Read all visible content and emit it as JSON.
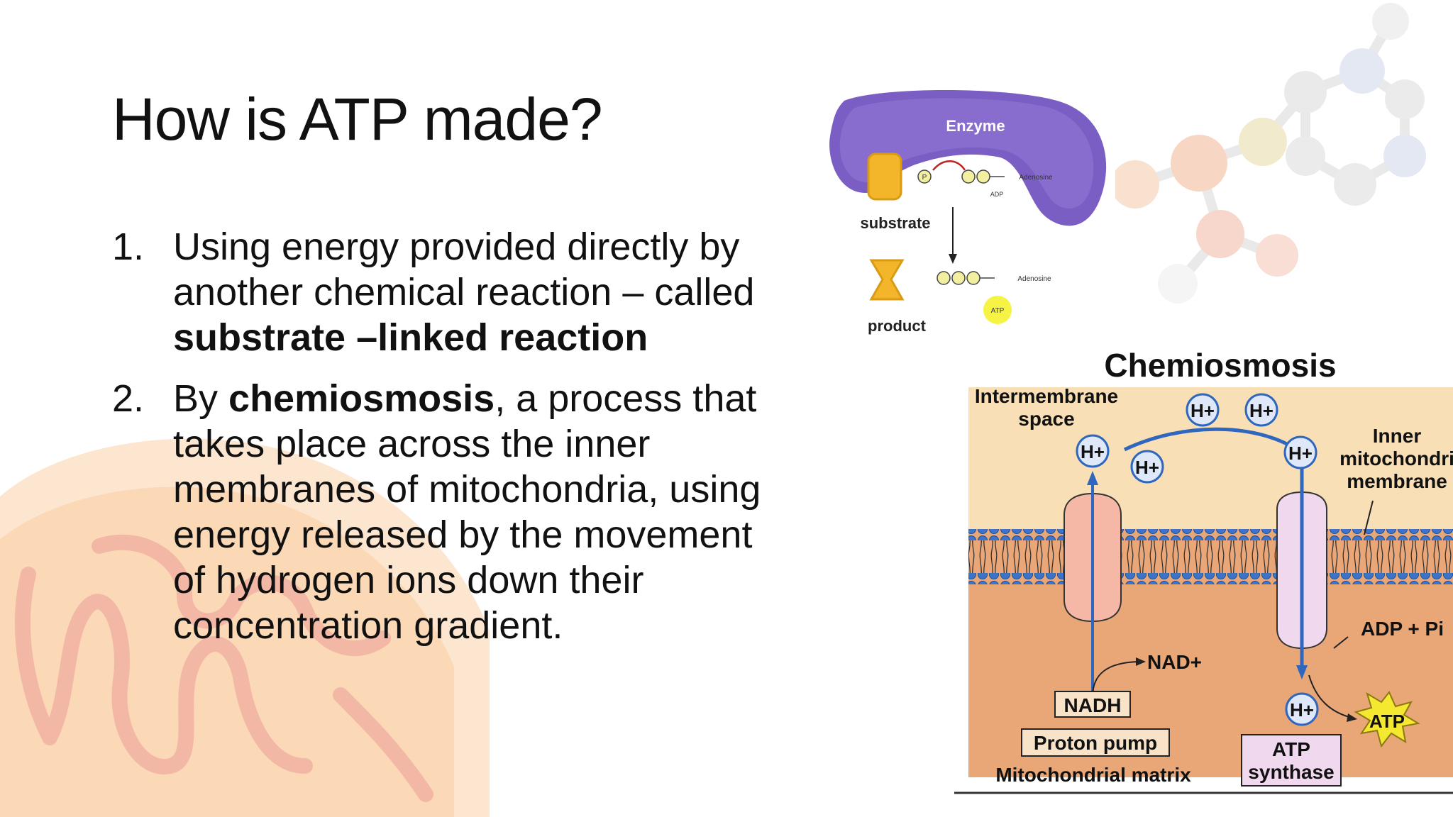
{
  "slide": {
    "title": "How is ATP made?",
    "points": [
      {
        "number": "1.",
        "text_before": "Using energy provided directly by another chemical reaction – called ",
        "bold": "substrate –linked reaction",
        "text_after": ""
      },
      {
        "number": "2.",
        "text_before": "By ",
        "bold": "chemiosmosis",
        "text_after": ", a process that takes place across the inner membranes of mitochondria, using energy released by the movement of hydrogen ions down their concentration gradient."
      }
    ]
  },
  "enzyme_diagram": {
    "enzyme_label": "Enzyme",
    "adenosine_label_1": "Adenosine",
    "adp_label": "ADP",
    "substrate_label": "substrate",
    "adenosine_label_2": "Adenosine",
    "atp_label": "ATP",
    "product_label": "product",
    "phosphate_label": "P"
  },
  "chemiosmosis_diagram": {
    "title": "Chemiosmosis",
    "intermembrane_label_1": "Intermembrane",
    "intermembrane_label_2": "space",
    "inner_label_1": "Inner",
    "inner_label_2": "mitochondri",
    "inner_label_3": "membrane",
    "h_plus": "H+",
    "nad_plus": "NAD+",
    "nadh": "NADH",
    "adp_pi": "ADP + Pi",
    "atp": "ATP",
    "proton_pump": "Proton pump",
    "matrix": "Mitochondrial matrix",
    "atp_synthase_1": "ATP",
    "atp_synthase_2": "synthase",
    "colors": {
      "intermembrane": "#f8dfb6",
      "matrix": "#e9a676",
      "proton_pump": "#f5b8a6",
      "atp_synthase": "#f0d8ee",
      "membrane_heads": "#3d74c9",
      "arrow": "#2f66be"
    }
  }
}
